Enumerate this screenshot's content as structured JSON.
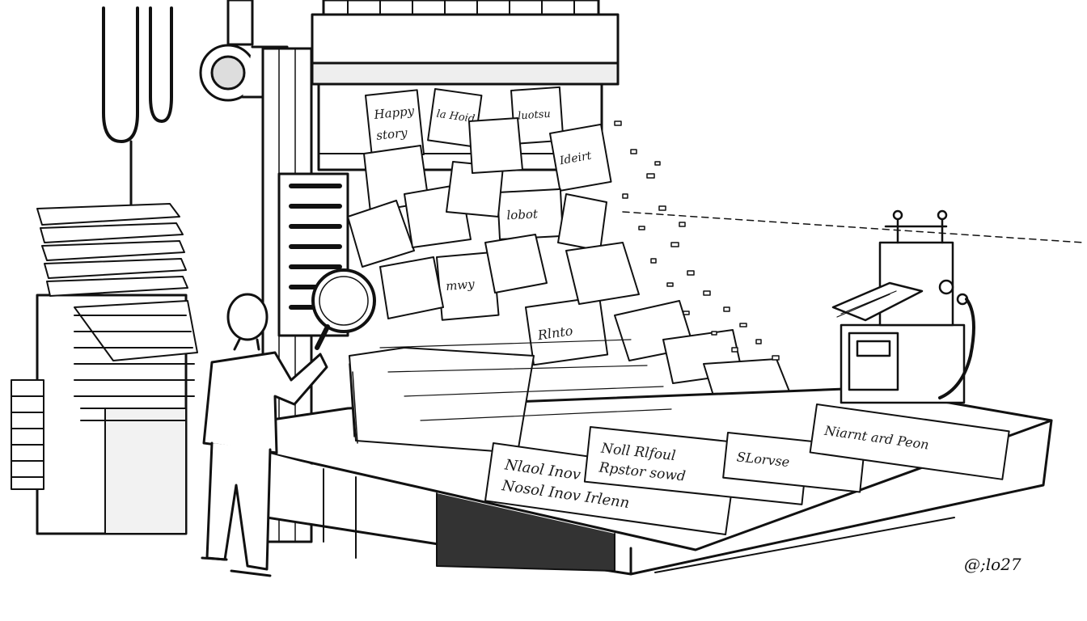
{
  "colors": {
    "ink": "#111111",
    "paper": "#ffffff",
    "shade": "#e9e9e9",
    "dark": "#333333"
  },
  "falling_sheet_texts": [
    "Happy",
    "story",
    "la Hoid",
    "luotsu",
    "lobot",
    "Ideirt",
    "mwy",
    "Rlnto"
  ],
  "table_sheet_texts": [
    "Nlaol Inov Sllarm",
    "Nosol Inov Irlenn",
    "Noll Rlfoul",
    "Rpstor sowd",
    "SLorvse",
    "Niarnt ard Peon"
  ],
  "signature": "@;lo27",
  "icons": {
    "magnifier": "magnifying-glass-icon",
    "fan": "wall-fan-icon"
  }
}
